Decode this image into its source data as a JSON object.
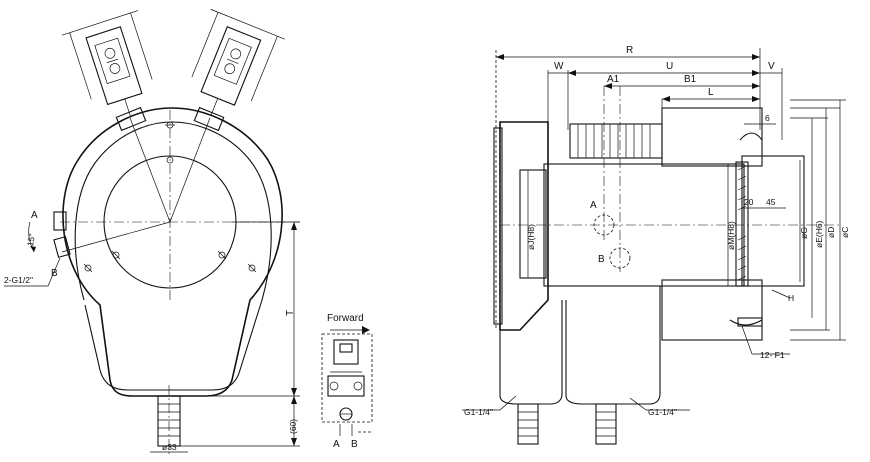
{
  "front_view": {
    "label_a": "A",
    "label_b": "B",
    "angle": "15°",
    "port_thread": "2-G1/2\"",
    "dim_t": "T",
    "dim_60": "(60)",
    "dim_diameter": "ø33"
  },
  "direction_inset": {
    "title": "Forward",
    "label_a": "A",
    "label_b": "B"
  },
  "side_view": {
    "dim_r": "R",
    "dim_w": "W",
    "dim_u": "U",
    "dim_v": "V",
    "dim_a1": "A1",
    "dim_b1": "B1",
    "dim_l": "L",
    "dim_6": "6",
    "dim_20": "20",
    "dim_45": "45",
    "dim_j": "øJ(H8)",
    "dim_m": "øM(H8)",
    "dim_g": "øG",
    "dim_e": "øE(H6)",
    "dim_d": "øD",
    "dim_c": "øC",
    "dim_h": "H",
    "port_a": "A",
    "port_b": "B",
    "thread_left": "G1-1/4\"",
    "thread_right": "G1-1/4\"",
    "holes": "12- F1"
  }
}
